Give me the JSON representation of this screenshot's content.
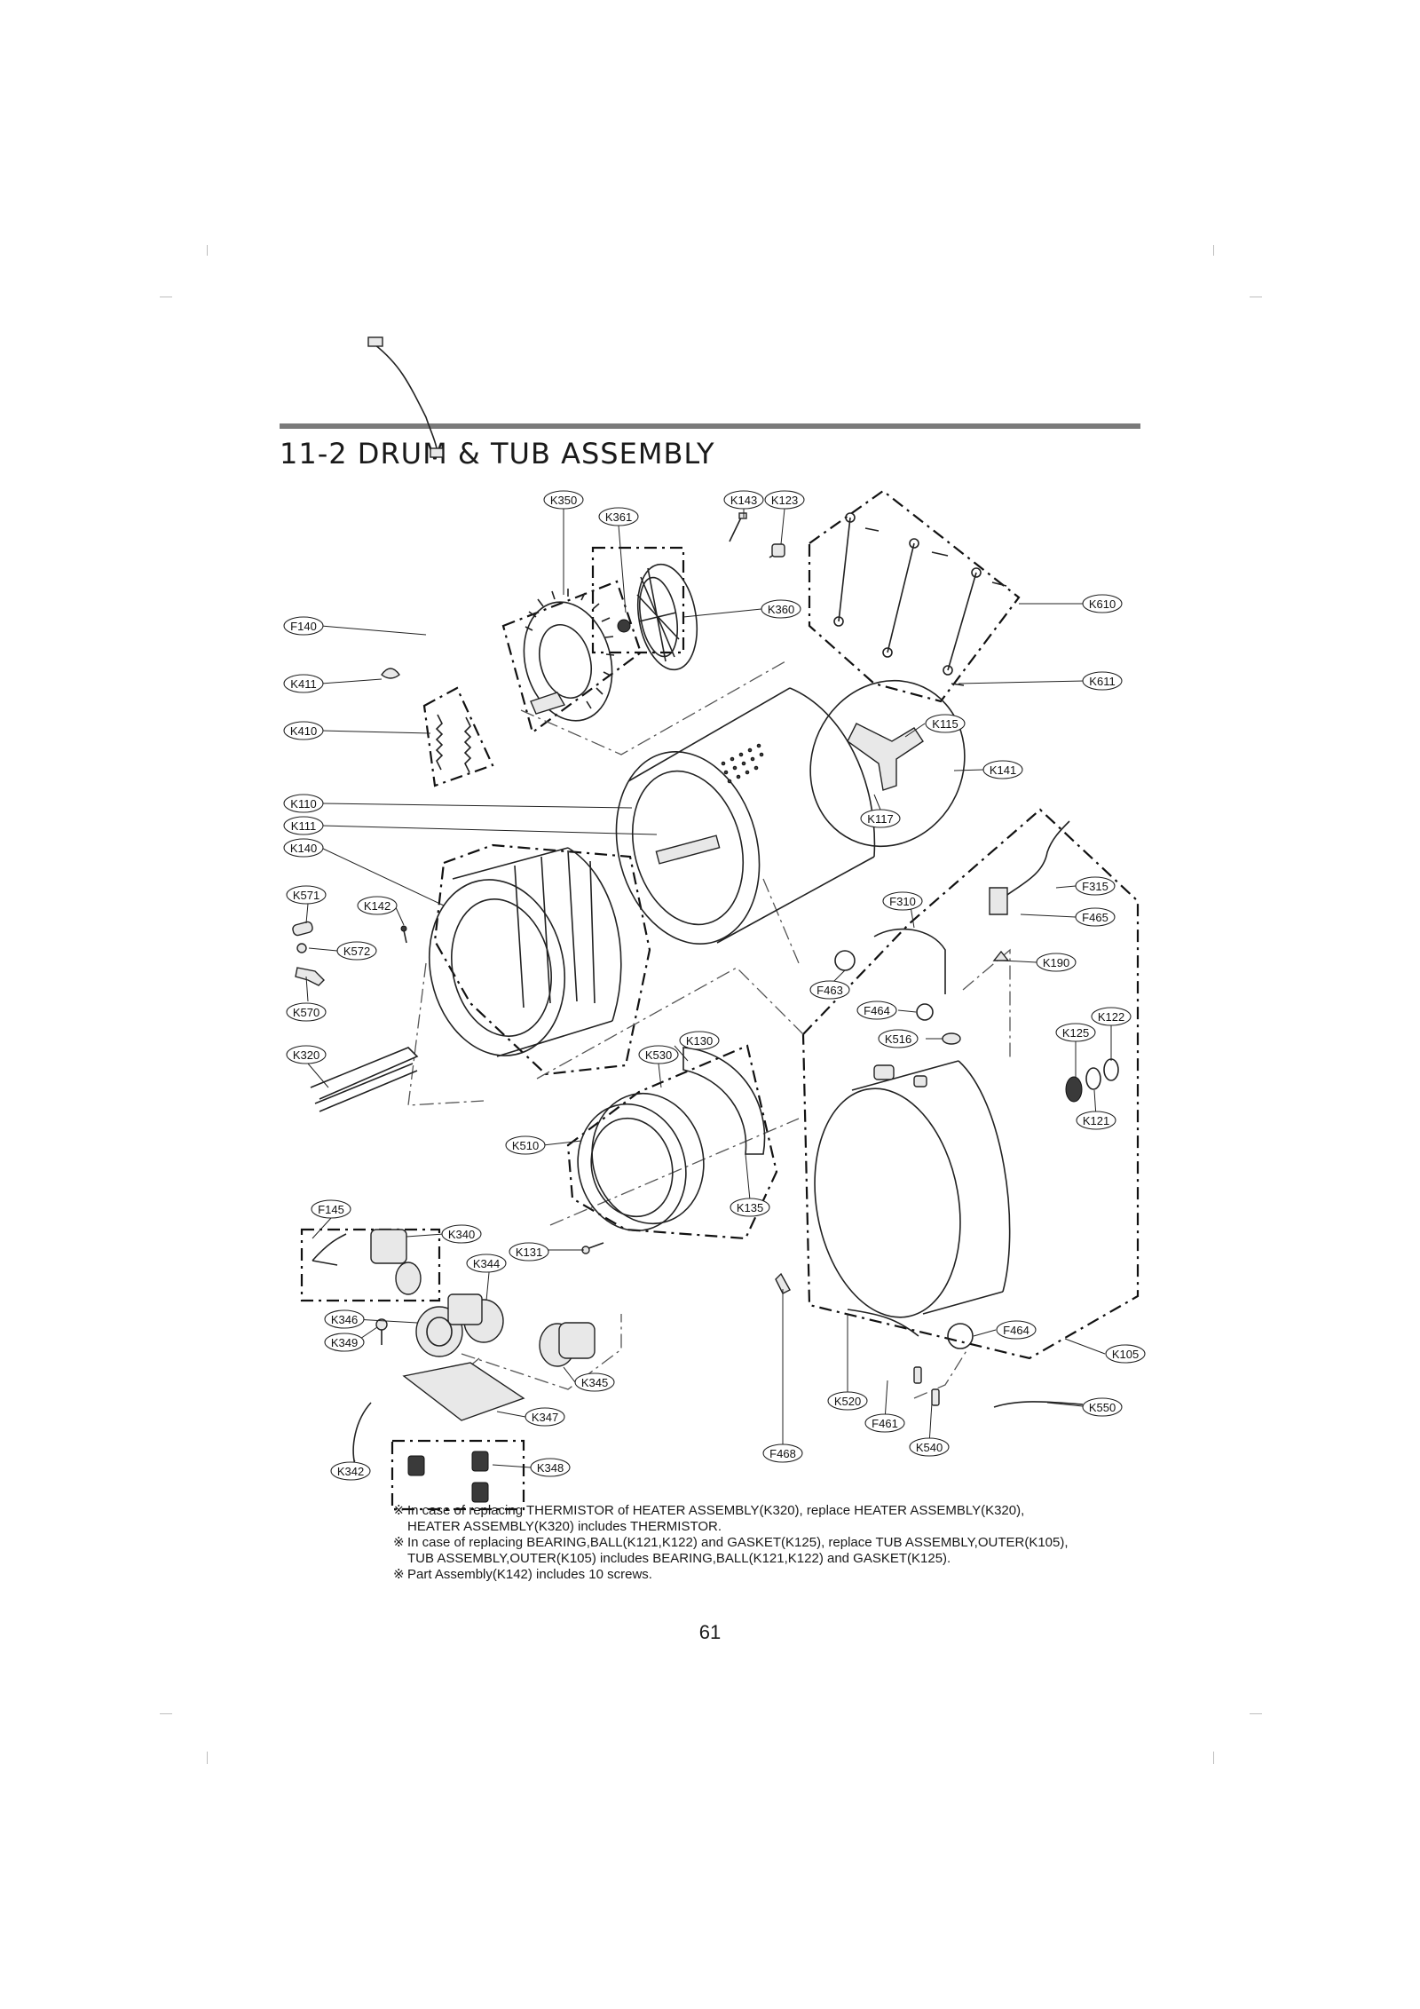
{
  "section": {
    "title": "11-2 DRUM & TUB ASSEMBLY"
  },
  "callouts": {
    "K350": "K350",
    "K361": "K361",
    "K143": "K143",
    "K123": "K123",
    "K360": "K360",
    "K610": "K610",
    "K611": "K611",
    "F140": "F140",
    "K411": "K411",
    "K410": "K410",
    "K115": "K115",
    "K141": "K141",
    "K117": "K117",
    "K110": "K110",
    "K111": "K111",
    "K140": "K140",
    "K571": "K571",
    "K142": "K142",
    "K572": "K572",
    "K570": "K570",
    "K320": "K320",
    "F310": "F310",
    "F315": "F315",
    "F465": "F465",
    "K190": "K190",
    "F463": "F463",
    "F464a": "F464",
    "K516": "K516",
    "K122": "K122",
    "K125": "K125",
    "K121": "K121",
    "K530": "K530",
    "K130": "K130",
    "K510": "K510",
    "K135": "K135",
    "F145": "F145",
    "K340": "K340",
    "K344": "K344",
    "K131": "K131",
    "K346": "K346",
    "K349": "K349",
    "K345": "K345",
    "K347": "K347",
    "K342": "K342",
    "K348": "K348",
    "F464b": "F464",
    "K105": "K105",
    "K520": "K520",
    "F461": "F461",
    "K540": "K540",
    "K550": "K550",
    "F468": "F468"
  },
  "notes": {
    "mark": "※",
    "items": [
      {
        "line1": "In case of replacing THERMISTOR of HEATER ASSEMBLY(K320), replace HEATER ASSEMBLY(K320),",
        "line2": "HEATER ASSEMBLY(K320) includes THERMISTOR."
      },
      {
        "line1": "In case of replacing BEARING,BALL(K121,K122) and GASKET(K125), replace TUB ASSEMBLY,OUTER(K105),",
        "line2": "TUB ASSEMBLY,OUTER(K105) includes BEARING,BALL(K121,K122) and GASKET(K125)."
      },
      {
        "line1": "Part Assembly(K142) includes 10 screws.",
        "line2": ""
      }
    ]
  },
  "page_number": "61"
}
